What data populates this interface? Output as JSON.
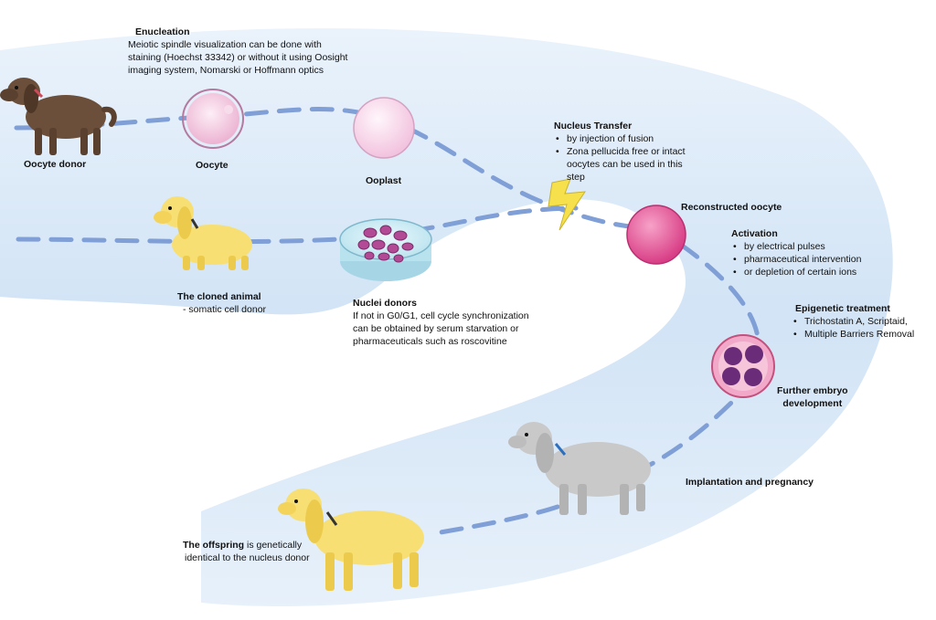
{
  "labels": {
    "oocyte_donor": "Oocyte donor",
    "oocyte": "Oocyte",
    "ooplast": "Ooplast",
    "reconstructed": "Reconstructed oocyte",
    "cloned_title": "The cloned animal",
    "cloned_sub": "- somatic cell donor",
    "further_line1": "Further embryo",
    "further_line2": "development",
    "implantation": "Implantation and pregnancy",
    "offspring_bold": "The offspring",
    "offspring_rest1": " is genetically",
    "offspring_rest2": "identical to the nucleus donor"
  },
  "enucleation": {
    "title": "Enucleation",
    "lines": [
      "Meiotic spindle visualization can be done with",
      "staining (Hoechst 33342) or without it using Oosight",
      "imaging system, Nomarski or Hoffmann optics"
    ]
  },
  "nucleus_transfer": {
    "title": "Nucleus Transfer",
    "items": [
      "by injection of fusion",
      "Zona pellucida free or intact"
    ],
    "continuation": [
      "oocytes can be used in this",
      "step"
    ]
  },
  "activation": {
    "title": "Activation",
    "items": [
      "by electrical pulses",
      "pharmaceutical intervention",
      "or depletion of certain ions"
    ]
  },
  "epigenetic": {
    "title": "Epigenetic treatment",
    "items": [
      "Trichostatin A,   Scriptaid,",
      "Multiple Barriers Removal"
    ]
  },
  "nuclei_donors": {
    "title": "Nuclei donors",
    "lines": [
      "If not in G0/G1, cell cycle synchronization",
      "can be obtained by serum starvation or",
      "pharmaceuticals such as roscovitine"
    ]
  },
  "colors": {
    "band": "#cfe2f5",
    "dash": "#7f9fd6",
    "brown_dog": "#6b4f3a",
    "yellow_dog": "#f7df74",
    "grey_dog": "#c9c9c9",
    "oocyte": "#f4c6de",
    "ooplast": "#f8d6ea",
    "reconstructed": "#e8579a",
    "embryo_cells": "#6a2c78",
    "lightning": "#f6e04b"
  }
}
